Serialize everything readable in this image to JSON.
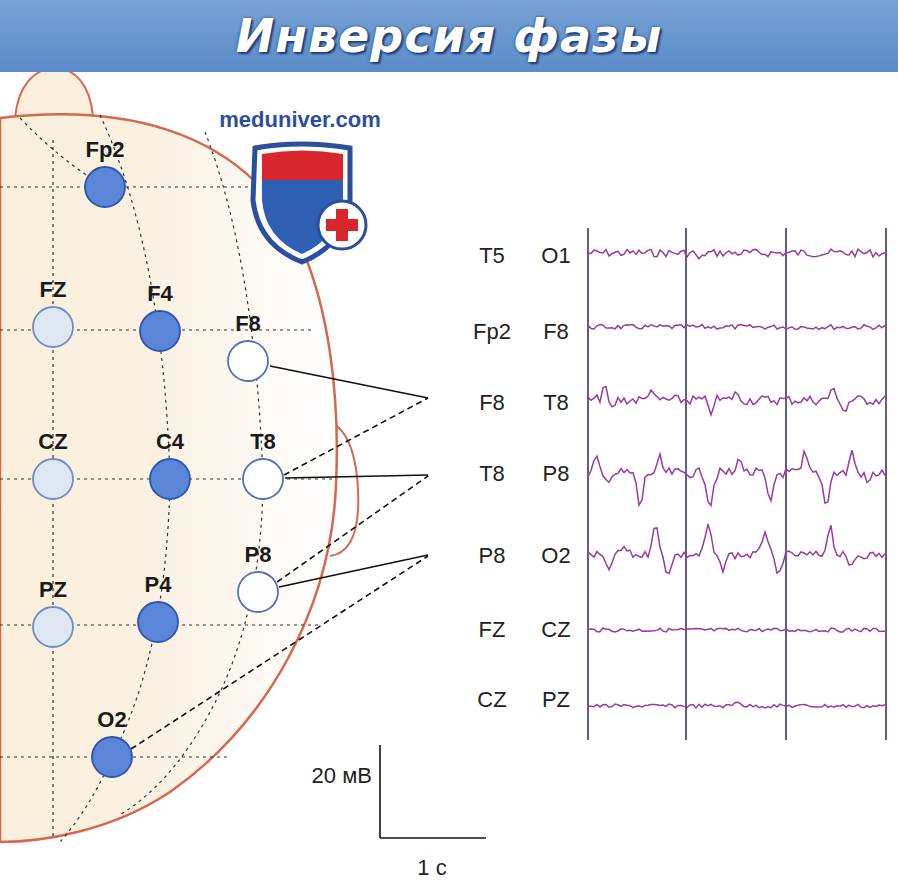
{
  "diagram": {
    "title": "Инверсия фазы",
    "nodes": [
      {
        "text": [
          "Fp2"
        ]
      },
      {
        "text": [
          "FZ"
        ]
      },
      {
        "text": [
          "F4"
        ]
      },
      {
        "text": [
          "F8"
        ]
      },
      {
        "text": [
          "CZ"
        ]
      },
      {
        "text": [
          "C4"
        ]
      },
      {
        "text": [
          "T8"
        ]
      },
      {
        "text": [
          "PZ"
        ]
      },
      {
        "text": [
          "P4"
        ]
      },
      {
        "text": [
          "P8"
        ]
      },
      {
        "text": [
          "O2"
        ]
      }
    ],
    "labels": [
      "meduniver.com",
      "T5",
      "O1",
      "Fp2",
      "F8",
      "F8",
      "T8",
      "T8",
      "P8",
      "P8",
      "O2",
      "FZ",
      "CZ",
      "CZ",
      "PZ",
      "20 мВ",
      "1 с"
    ]
  }
}
